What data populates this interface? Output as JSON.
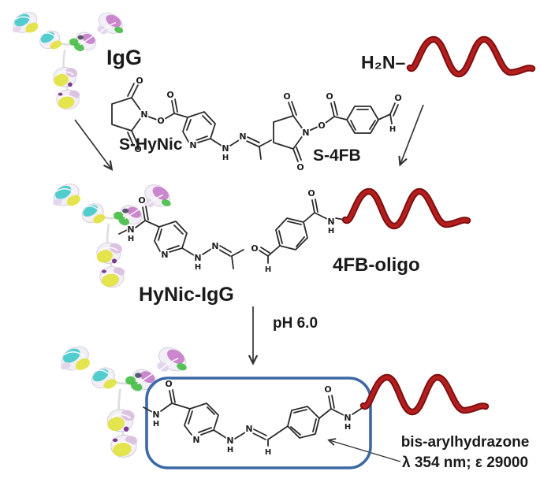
{
  "labels": {
    "igg": "IgG",
    "s_hynic": "S-HyNic",
    "s_4fb": "S-4FB",
    "amino_oligo": "H₂N–",
    "hynic_igg": "HyNic-IgG",
    "fb_oligo": "4FB-oligo",
    "ph_condition": "pH 6.0",
    "annotation": {
      "line1": "bis-arylhydrazone",
      "line2": "λ 354 nm; ε 29000"
    }
  },
  "atoms": {
    "o": "O",
    "n": "N",
    "h": "H"
  },
  "colors": {
    "oligo_red": "#B51E1E",
    "oligo_red_dark": "#7E1010",
    "box_blue": "#3C69A4",
    "bond": "#2b2b2b",
    "arrow": "#333333",
    "antibody_cyan": "#3FC9C9",
    "antibody_yellow": "#E2E23C",
    "antibody_magenta": "#C77BC9",
    "antibody_green": "#49BE49"
  }
}
